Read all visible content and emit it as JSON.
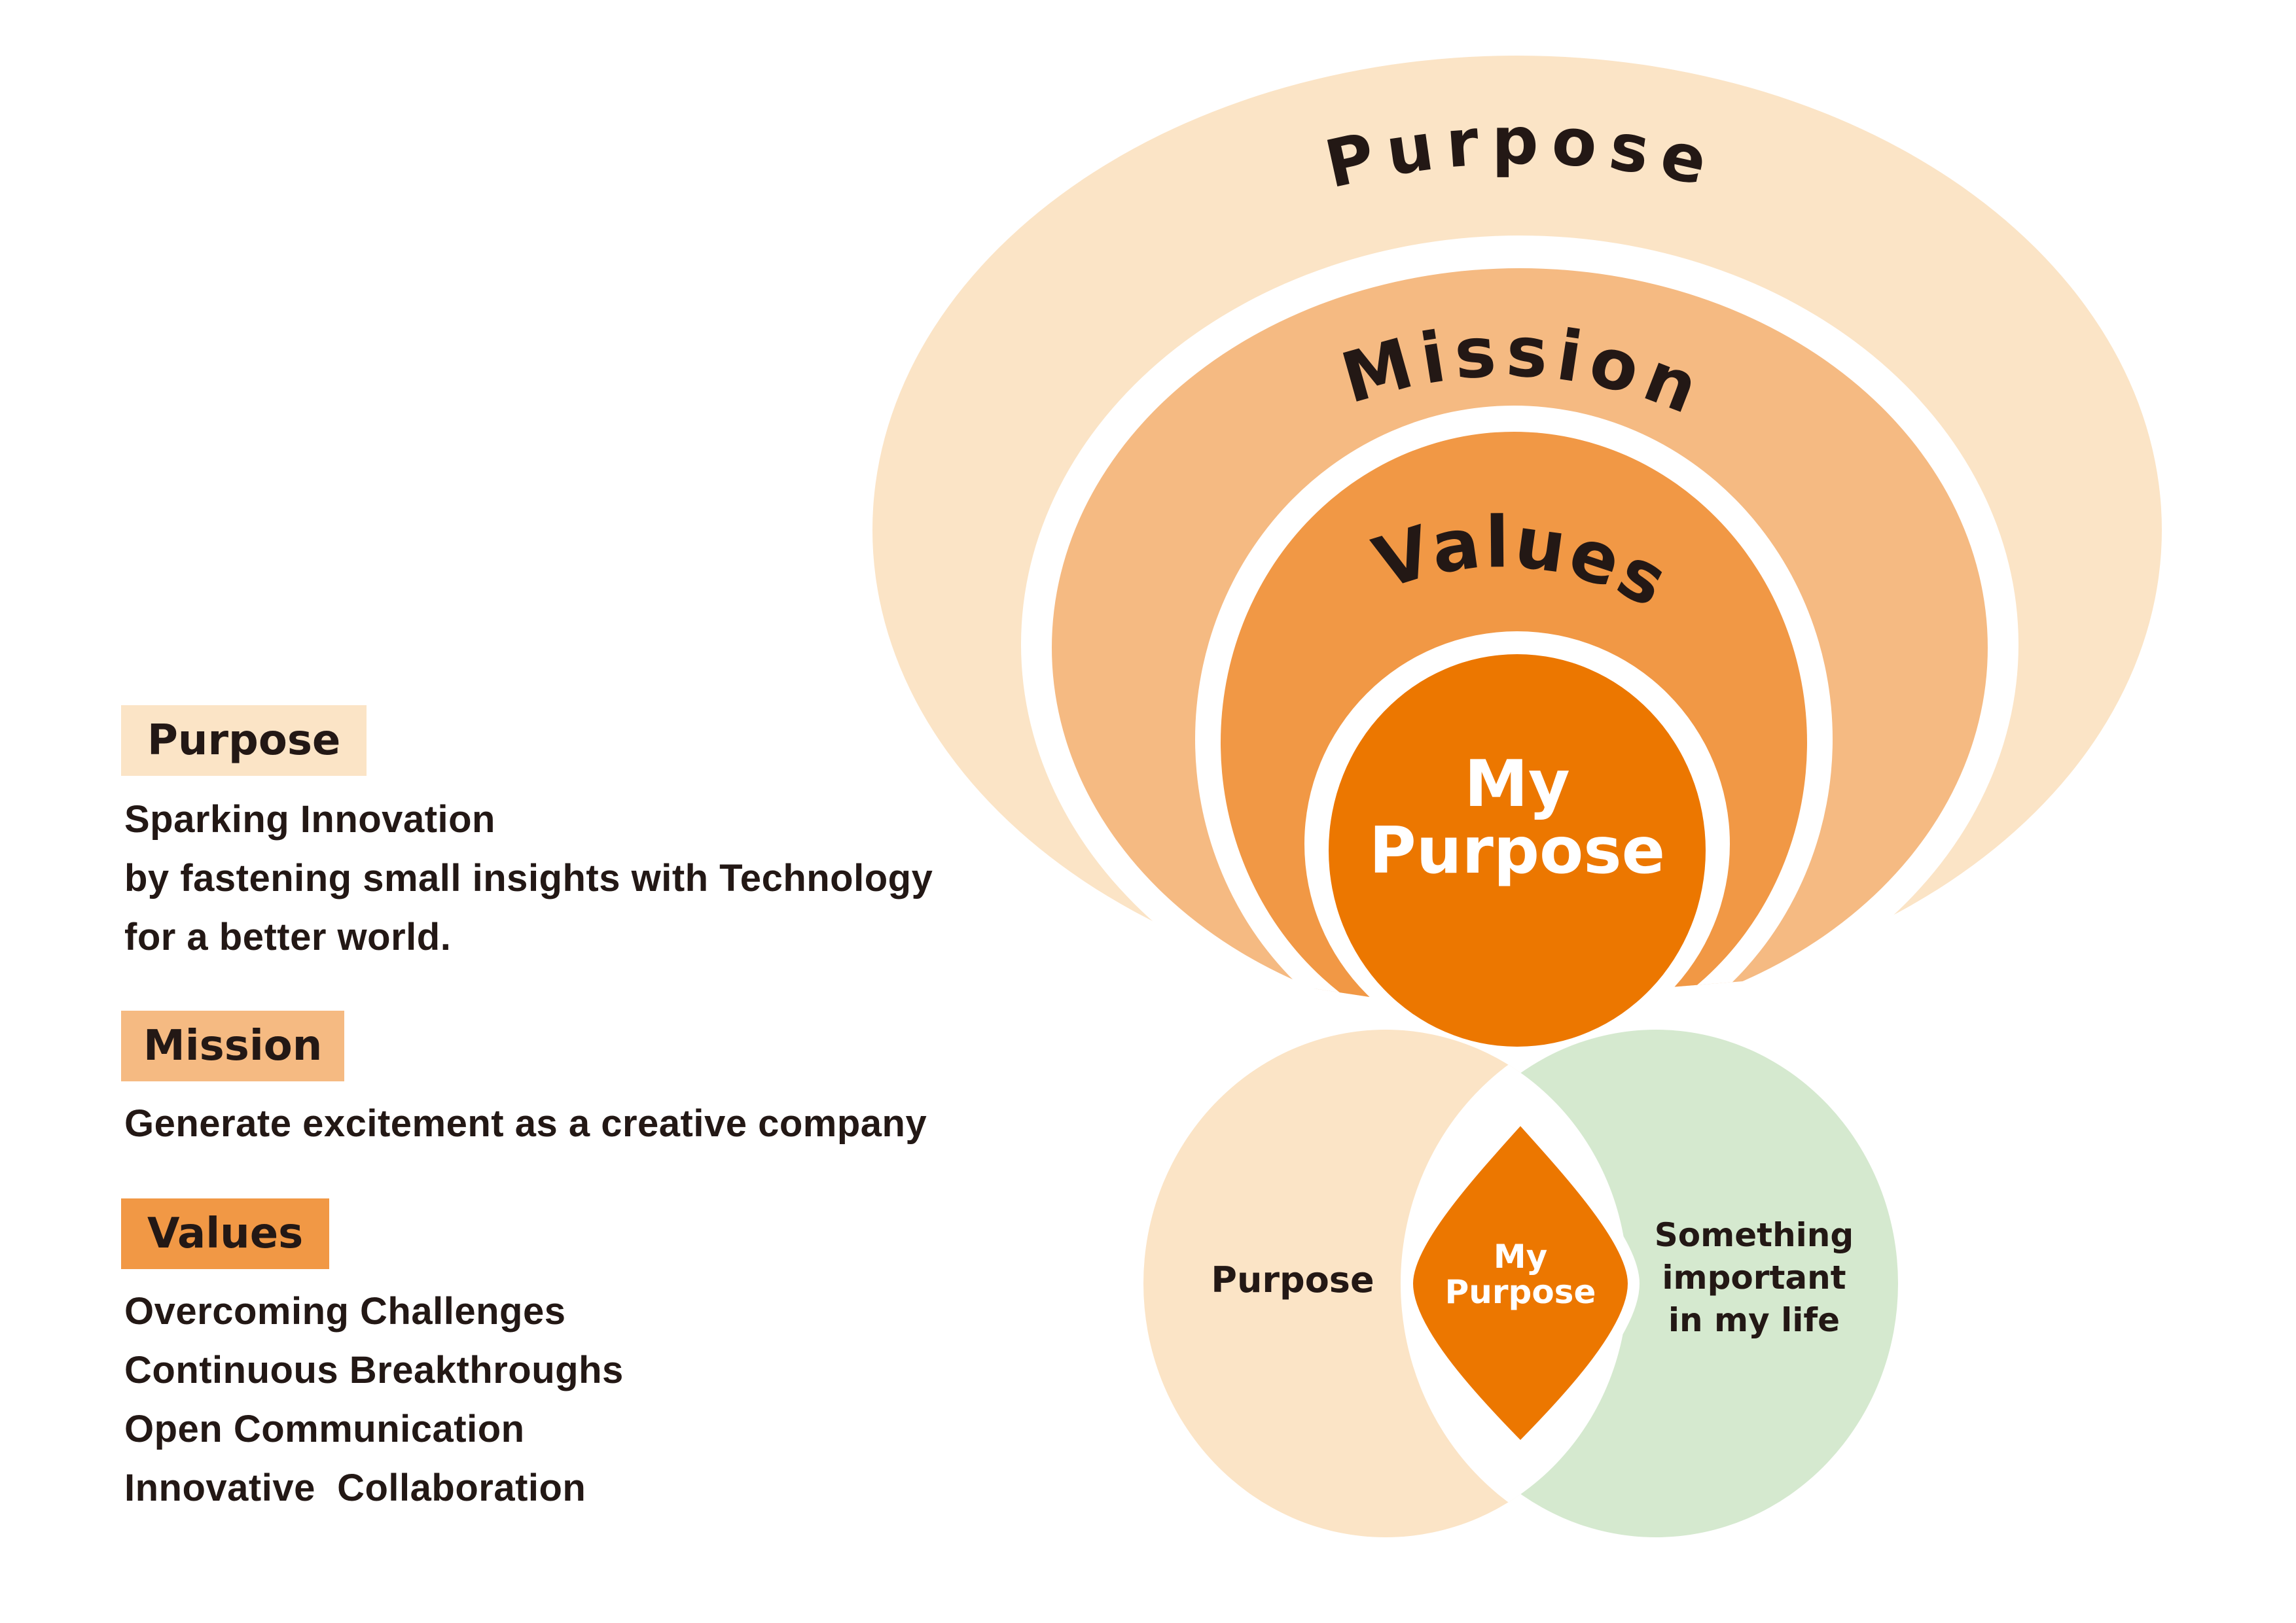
{
  "colors": {
    "purpose_ring": "#FBE4C6",
    "mission_ring": "#F5BA82",
    "values_ring": "#F19845",
    "core": "#EC7700",
    "venn_green": "#D5E9CF",
    "text": "#231815",
    "core_text": "#FFFFFF"
  },
  "legend": {
    "purpose": {
      "title": "Purpose",
      "lines": [
        "Sparking Innovation",
        "by fastening small insights with Technology",
        "for a better world."
      ]
    },
    "mission": {
      "title": "Mission",
      "lines": [
        "Generate excitement as a creative company"
      ]
    },
    "values": {
      "title": "Values",
      "lines": [
        "Overcoming Challenges",
        "Continuous Breakthroughs",
        "Open Communication",
        "Innovative  Collaboration"
      ]
    }
  },
  "concentric_diagram": {
    "rings": [
      {
        "label": "Purpose"
      },
      {
        "label": "Mission"
      },
      {
        "label": "Values"
      }
    ],
    "core": {
      "line1": "My",
      "line2": "Purpose"
    }
  },
  "venn_diagram": {
    "left": {
      "label": "Purpose"
    },
    "intersection": {
      "line1": "My",
      "line2": "Purpose"
    },
    "right": {
      "lines": [
        "Something",
        "important",
        "in my life"
      ]
    }
  }
}
